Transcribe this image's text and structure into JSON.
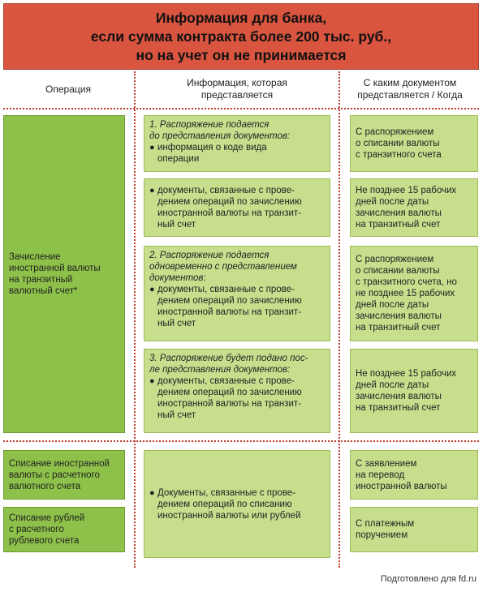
{
  "title": {
    "line1": "Информация для банка,",
    "line2": "если сумма контракта более 200 тыс. руб.,",
    "line3": "но на учет он не принимается"
  },
  "headers": {
    "col1": "Операция",
    "col2_line1": "Информация, которая",
    "col2_line2": "представляется",
    "col3_line1": "С каким документом",
    "col3_line2": "представляется / Когда"
  },
  "operation_main": {
    "line1": "Зачисление",
    "line2": "иностранной валюты",
    "line3": "на транзитный",
    "line4": "валютный счет*"
  },
  "info": {
    "b1": {
      "italic1": "1. Распоряжение подается",
      "italic2": "до представления документов:",
      "bullet": "●",
      "text1": "информация о коде вида",
      "text2": "операции"
    },
    "b2": {
      "bullet": "●",
      "text1": "документы, связанные с прове-",
      "text2": "дением операций по зачислению",
      "text3": "иностранной валюты на транзит-",
      "text4": "ный счет"
    },
    "b3": {
      "italic1": "2. Распоряжение подается",
      "italic2": "одновременно с представлением",
      "italic3": "документов:",
      "bullet": "●",
      "text1": "документы, связанные с прове-",
      "text2": "дением операций по зачислению",
      "text3": "иностранной валюты на транзит-",
      "text4": "ный счет"
    },
    "b4": {
      "italic1": "3. Распоряжение будет подано пос-",
      "italic2": "ле представления документов:",
      "bullet": "●",
      "text1": "документы, связанные с прове-",
      "text2": "дением операций по зачислению",
      "text3": "иностранной валюты на транзит-",
      "text4": "ный счет"
    },
    "b5": {
      "bullet": "●",
      "text1": "Документы, связанные с прове-",
      "text2": "дением операций по списанию",
      "text3": "иностранной валюты или рублей"
    }
  },
  "when": {
    "w1": {
      "l1": "С распоряжением",
      "l2": "о списании валюты",
      "l3": "с транзитного счета"
    },
    "w2": {
      "l1": "Не позднее 15 рабочих",
      "l2": "дней после даты",
      "l3": "зачисления валюты",
      "l4": "на транзитный счет"
    },
    "w3": {
      "l1": "С распоряжением",
      "l2": "о списании валюты",
      "l3": "с транзитного счета, но",
      "l4": "не позднее 15 рабочих",
      "l5": "дней после даты",
      "l6": "зачисления валюты",
      "l7": "на транзитный счет"
    },
    "w4": {
      "l1": "Не позднее 15 рабочих",
      "l2": "дней после даты",
      "l3": "зачисления валюты",
      "l4": "на транзитный счет"
    },
    "w5": {
      "l1": "С заявлением",
      "l2": "на перевод",
      "l3": "иностранной валюты"
    },
    "w6": {
      "l1": "С платежным",
      "l2": "поручением"
    }
  },
  "operation_lower": {
    "o1": {
      "l1": "Списание иностранной",
      "l2": "валюты с расчетного",
      "l3": "валютного счета"
    },
    "o2": {
      "l1": "Списание рублей",
      "l2": "с расчетного",
      "l3": "рублевого счета"
    }
  },
  "credit": "Подготовлено для fd.ru"
}
